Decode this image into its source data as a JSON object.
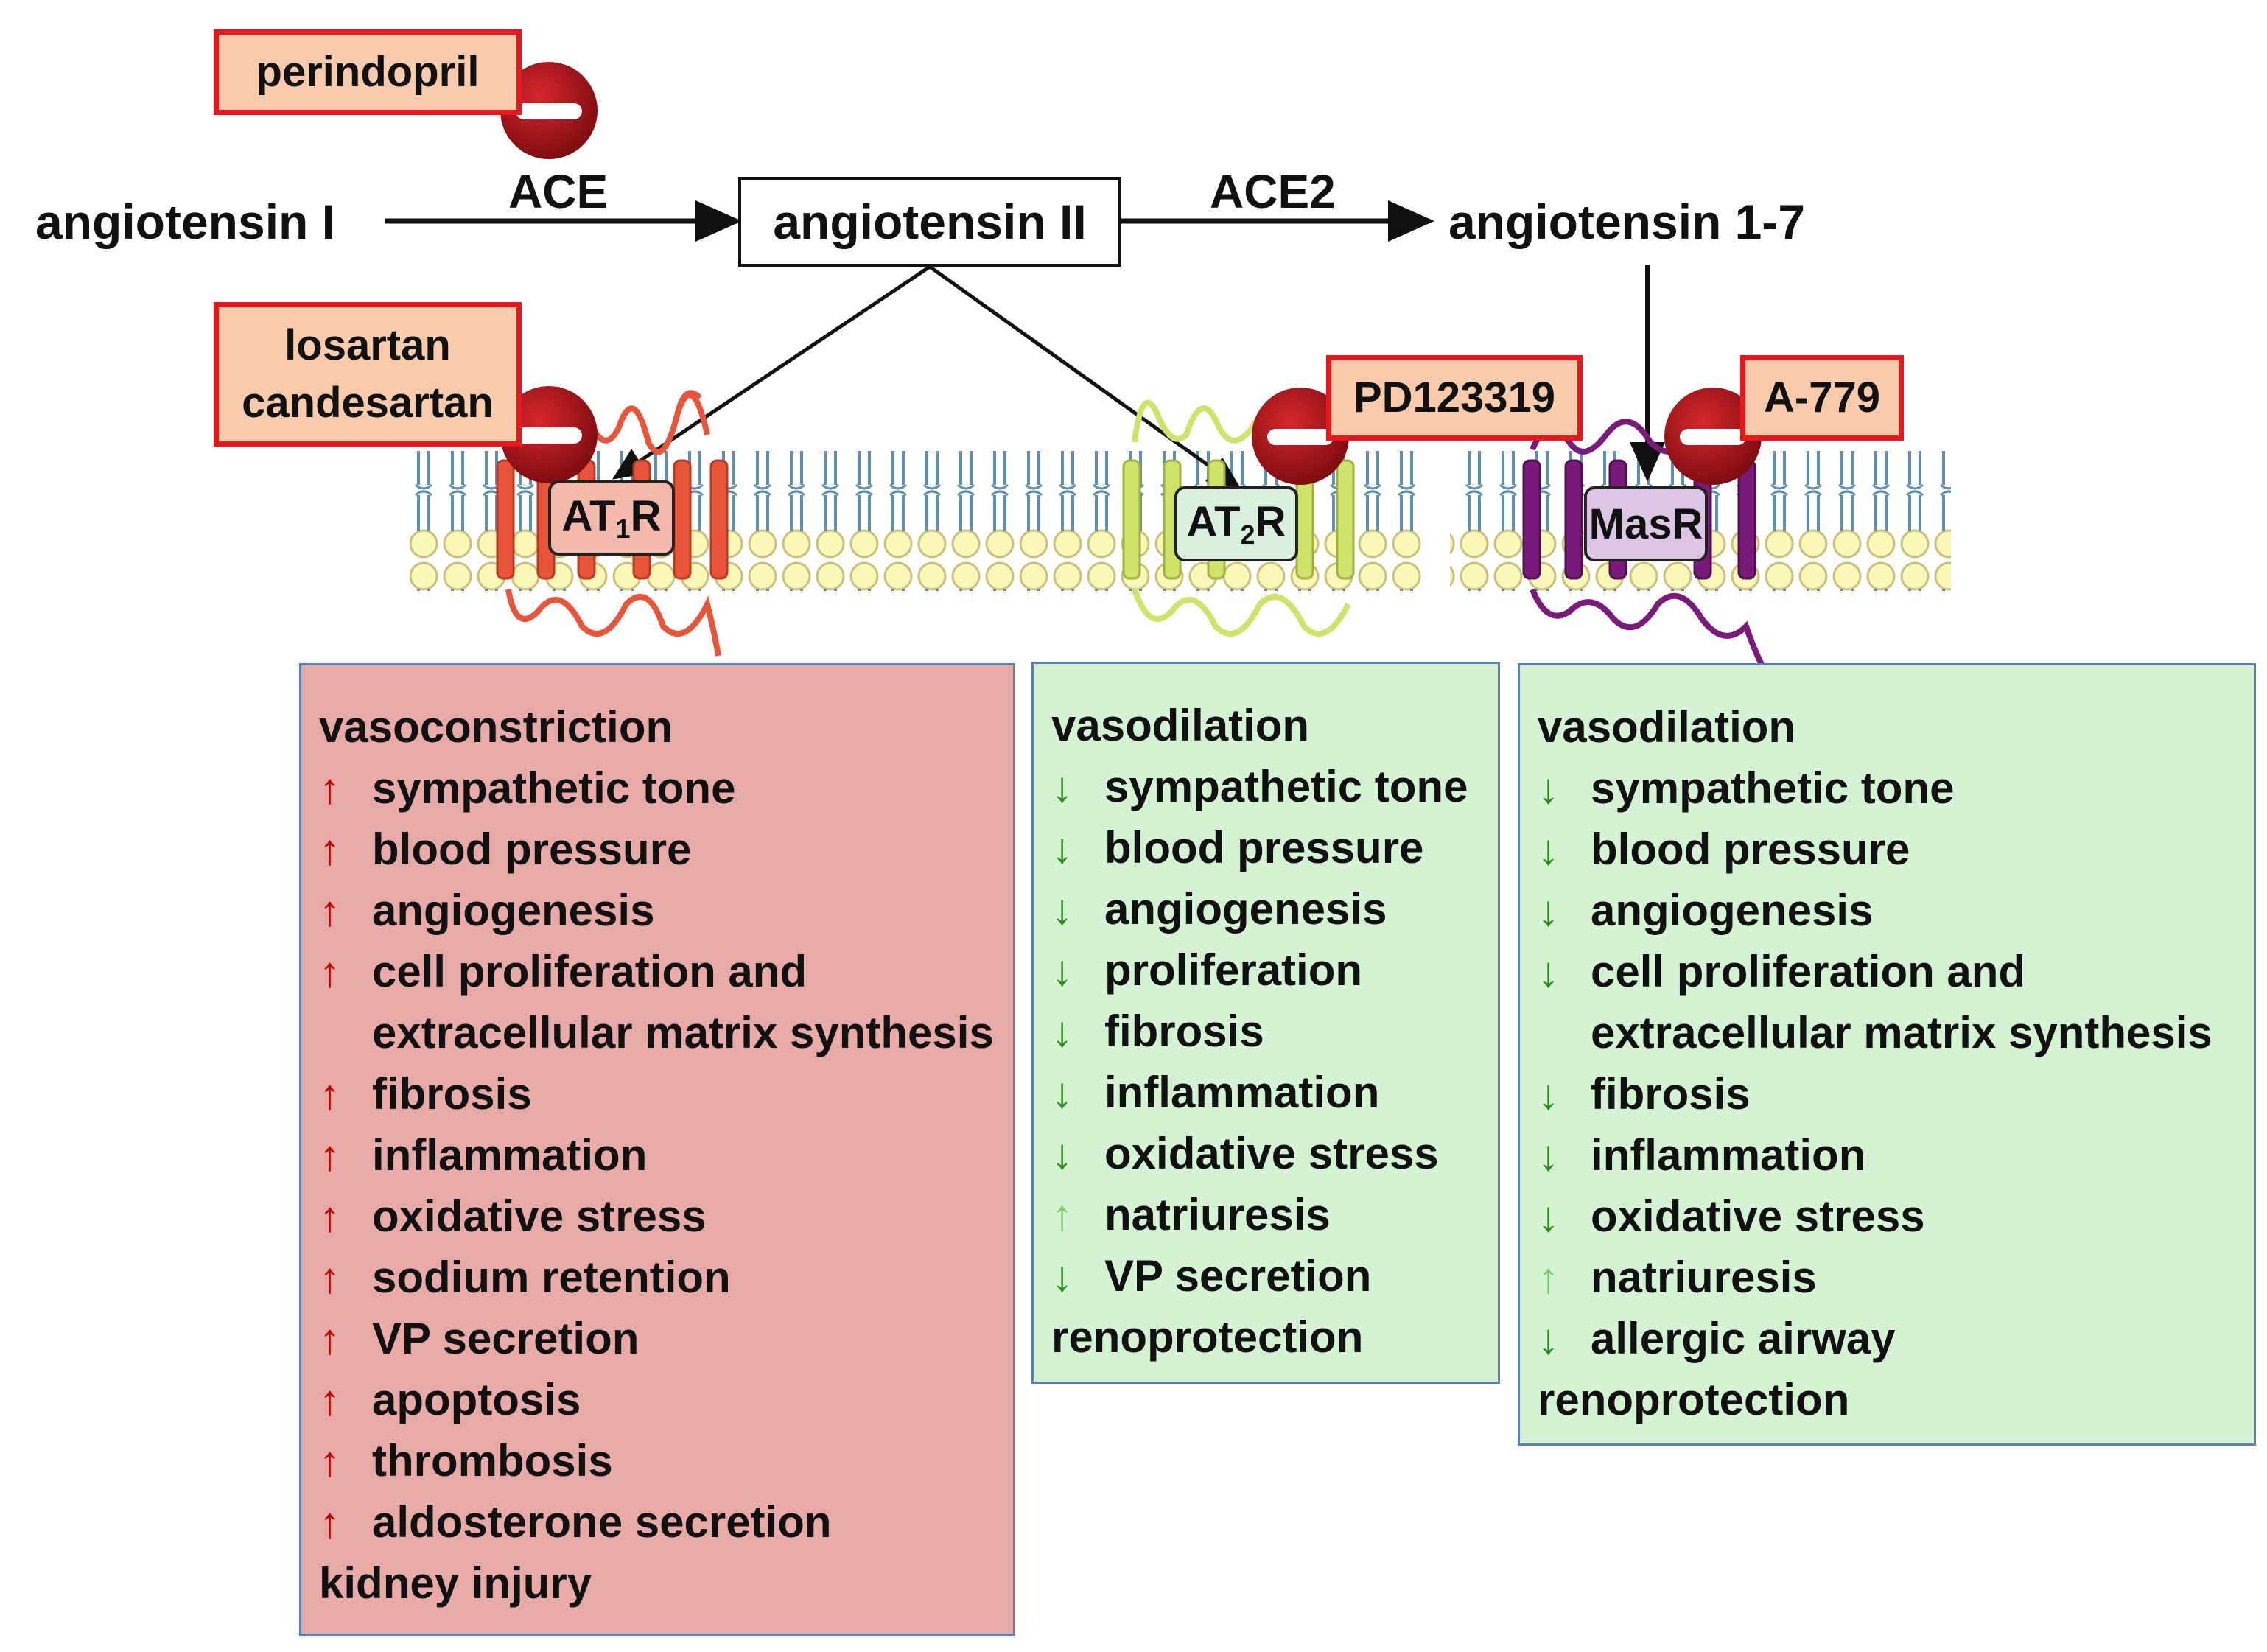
{
  "pathway": {
    "angiotensin_i": "angiotensin I",
    "angiotensin_ii": "angiotensin II",
    "angiotensin_17": "angiotensin 1-7",
    "ace": "ACE",
    "ace2": "ACE2"
  },
  "inhibitors": {
    "perindopril": "perindopril",
    "losartan": "losartan",
    "candesartan": "candesartan",
    "pd123319": "PD123319",
    "a779": "A-779"
  },
  "receptors": {
    "at1r_main": "AT",
    "at1r_sub": "1",
    "at1r_tail": "R",
    "at2r_main": "AT",
    "at2r_sub": "2",
    "at2r_tail": "R",
    "masr": "MasR"
  },
  "colors": {
    "at1_box": "#e8aaa6",
    "at2_box": "#d3f3d3",
    "mas_box": "#d3f3d3",
    "up_red": "#c00000",
    "down_green": "#2e8b1f",
    "up_light_green": "#7fc96b",
    "at1_receptor": "#e8553a",
    "at2_receptor": "#cfe36a",
    "mas_receptor": "#7a1a7a",
    "inhibitor_red": "#b3161b"
  },
  "effects": {
    "at1": {
      "header": "vasoconstriction",
      "items": [
        {
          "arrow": "↑",
          "dir": "up",
          "text": "sympathetic tone"
        },
        {
          "arrow": "↑",
          "dir": "up",
          "text": "blood pressure"
        },
        {
          "arrow": "↑",
          "dir": "up",
          "text": "angiogenesis"
        },
        {
          "arrow": "↑",
          "dir": "up",
          "text": "cell proliferation and"
        },
        {
          "arrow": "",
          "dir": "none",
          "text": "extracellular matrix synthesis"
        },
        {
          "arrow": "↑",
          "dir": "up",
          "text": "fibrosis"
        },
        {
          "arrow": "↑",
          "dir": "up",
          "text": "inflammation"
        },
        {
          "arrow": "↑",
          "dir": "up",
          "text": "oxidative stress"
        },
        {
          "arrow": "↑",
          "dir": "up",
          "text": "sodium retention"
        },
        {
          "arrow": "↑",
          "dir": "up",
          "text": "VP secretion"
        },
        {
          "arrow": "↑",
          "dir": "up",
          "text": "apoptosis"
        },
        {
          "arrow": "↑",
          "dir": "up",
          "text": "thrombosis"
        },
        {
          "arrow": "↑",
          "dir": "up",
          "text": "aldosterone secretion"
        }
      ],
      "footer": "kidney injury"
    },
    "at2": {
      "header": "vasodilation",
      "items": [
        {
          "arrow": "↓",
          "dir": "down",
          "text": "sympathetic tone"
        },
        {
          "arrow": "↓",
          "dir": "down",
          "text": "blood pressure"
        },
        {
          "arrow": "↓",
          "dir": "down",
          "text": "angiogenesis"
        },
        {
          "arrow": "↓",
          "dir": "down",
          "text": "proliferation"
        },
        {
          "arrow": "↓",
          "dir": "down",
          "text": "fibrosis"
        },
        {
          "arrow": "↓",
          "dir": "down",
          "text": "inflammation"
        },
        {
          "arrow": "↓",
          "dir": "down",
          "text": "oxidative stress"
        },
        {
          "arrow": "↑",
          "dir": "uplight",
          "text": "natriuresis"
        },
        {
          "arrow": "↓",
          "dir": "down",
          "text": "VP secretion"
        }
      ],
      "footer": "renoprotection"
    },
    "mas": {
      "header": "vasodilation",
      "items": [
        {
          "arrow": "↓",
          "dir": "down",
          "text": "sympathetic tone"
        },
        {
          "arrow": "↓",
          "dir": "down",
          "text": "blood pressure"
        },
        {
          "arrow": "↓",
          "dir": "down",
          "text": "angiogenesis"
        },
        {
          "arrow": "↓",
          "dir": "down",
          "text": "cell proliferation and"
        },
        {
          "arrow": "",
          "dir": "none",
          "text": "extracellular matrix synthesis"
        },
        {
          "arrow": "↓",
          "dir": "down",
          "text": "fibrosis"
        },
        {
          "arrow": "↓",
          "dir": "down",
          "text": "inflammation"
        },
        {
          "arrow": "↓",
          "dir": "down",
          "text": "oxidative stress"
        },
        {
          "arrow": "↑",
          "dir": "uplight",
          "text": "natriuresis"
        },
        {
          "arrow": "↓",
          "dir": "down",
          "text": "allergic airway"
        }
      ],
      "footer": "renoprotection"
    }
  }
}
